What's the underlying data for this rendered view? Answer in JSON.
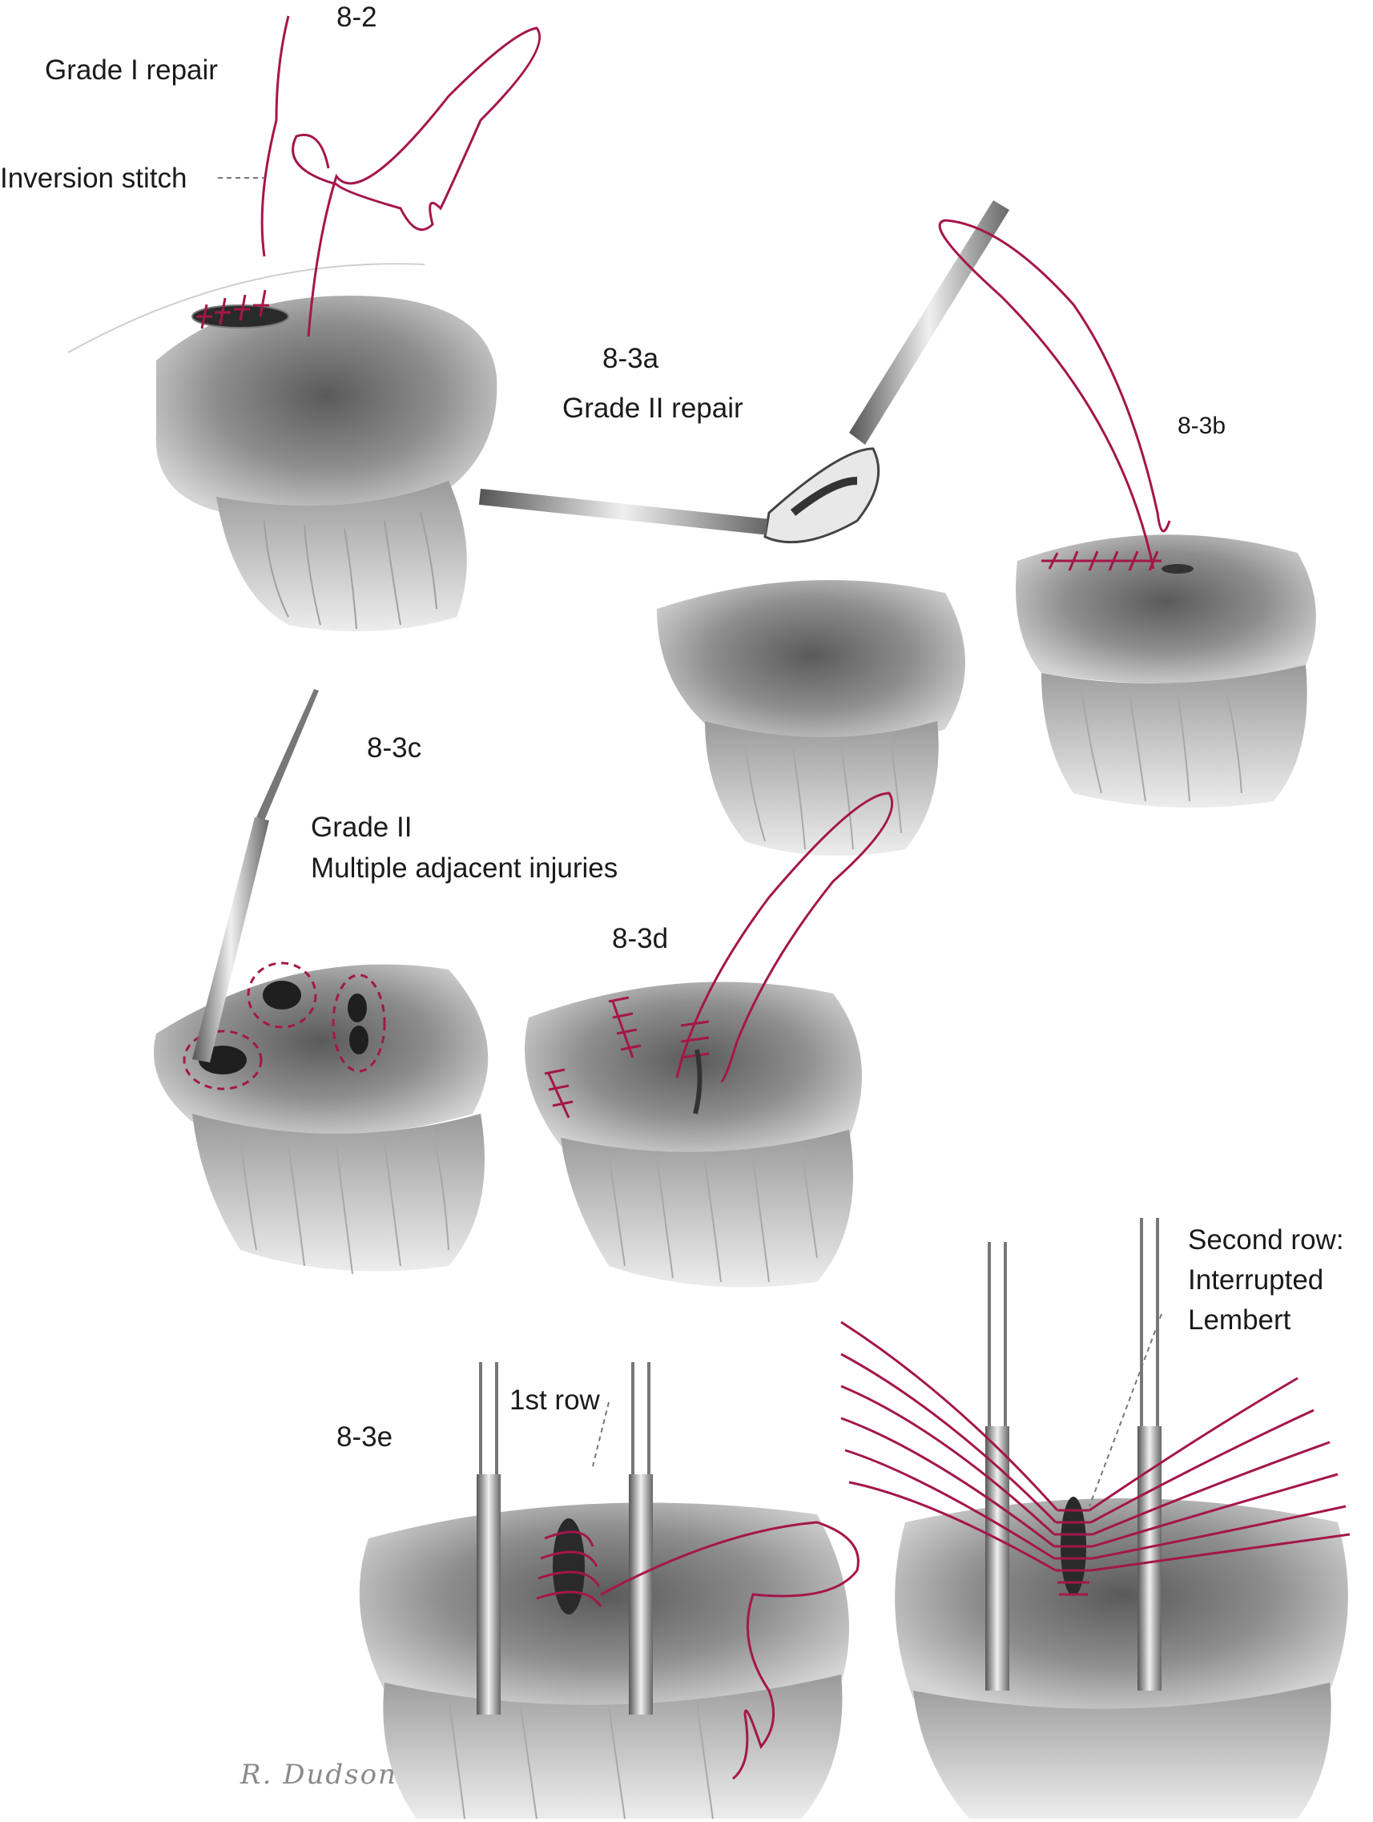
{
  "figure": {
    "colors": {
      "suture": "#a4164a",
      "tissue_dark": "#4a4a4a",
      "tissue_mid": "#8c8c8c",
      "tissue_light": "#cfcfcf",
      "instrument": "#777777"
    },
    "panels": {
      "p82": {
        "id": "8-2",
        "title": "Grade I repair",
        "callout": "Inversion stitch"
      },
      "p83a": {
        "id": "8-3a",
        "title": "Grade II repair"
      },
      "p83b": {
        "id": "8-3b"
      },
      "p83c": {
        "id": "8-3c",
        "title": "Grade II",
        "subtitle": "Multiple adjacent injuries"
      },
      "p83d": {
        "id": "8-3d"
      },
      "p83e": {
        "id": "8-3e",
        "callout": "1st row"
      },
      "p83f": {
        "callout_line1": "Second row:",
        "callout_line2": "Interrupted",
        "callout_line3": "Lembert"
      }
    },
    "signature": "R. Dudson"
  }
}
